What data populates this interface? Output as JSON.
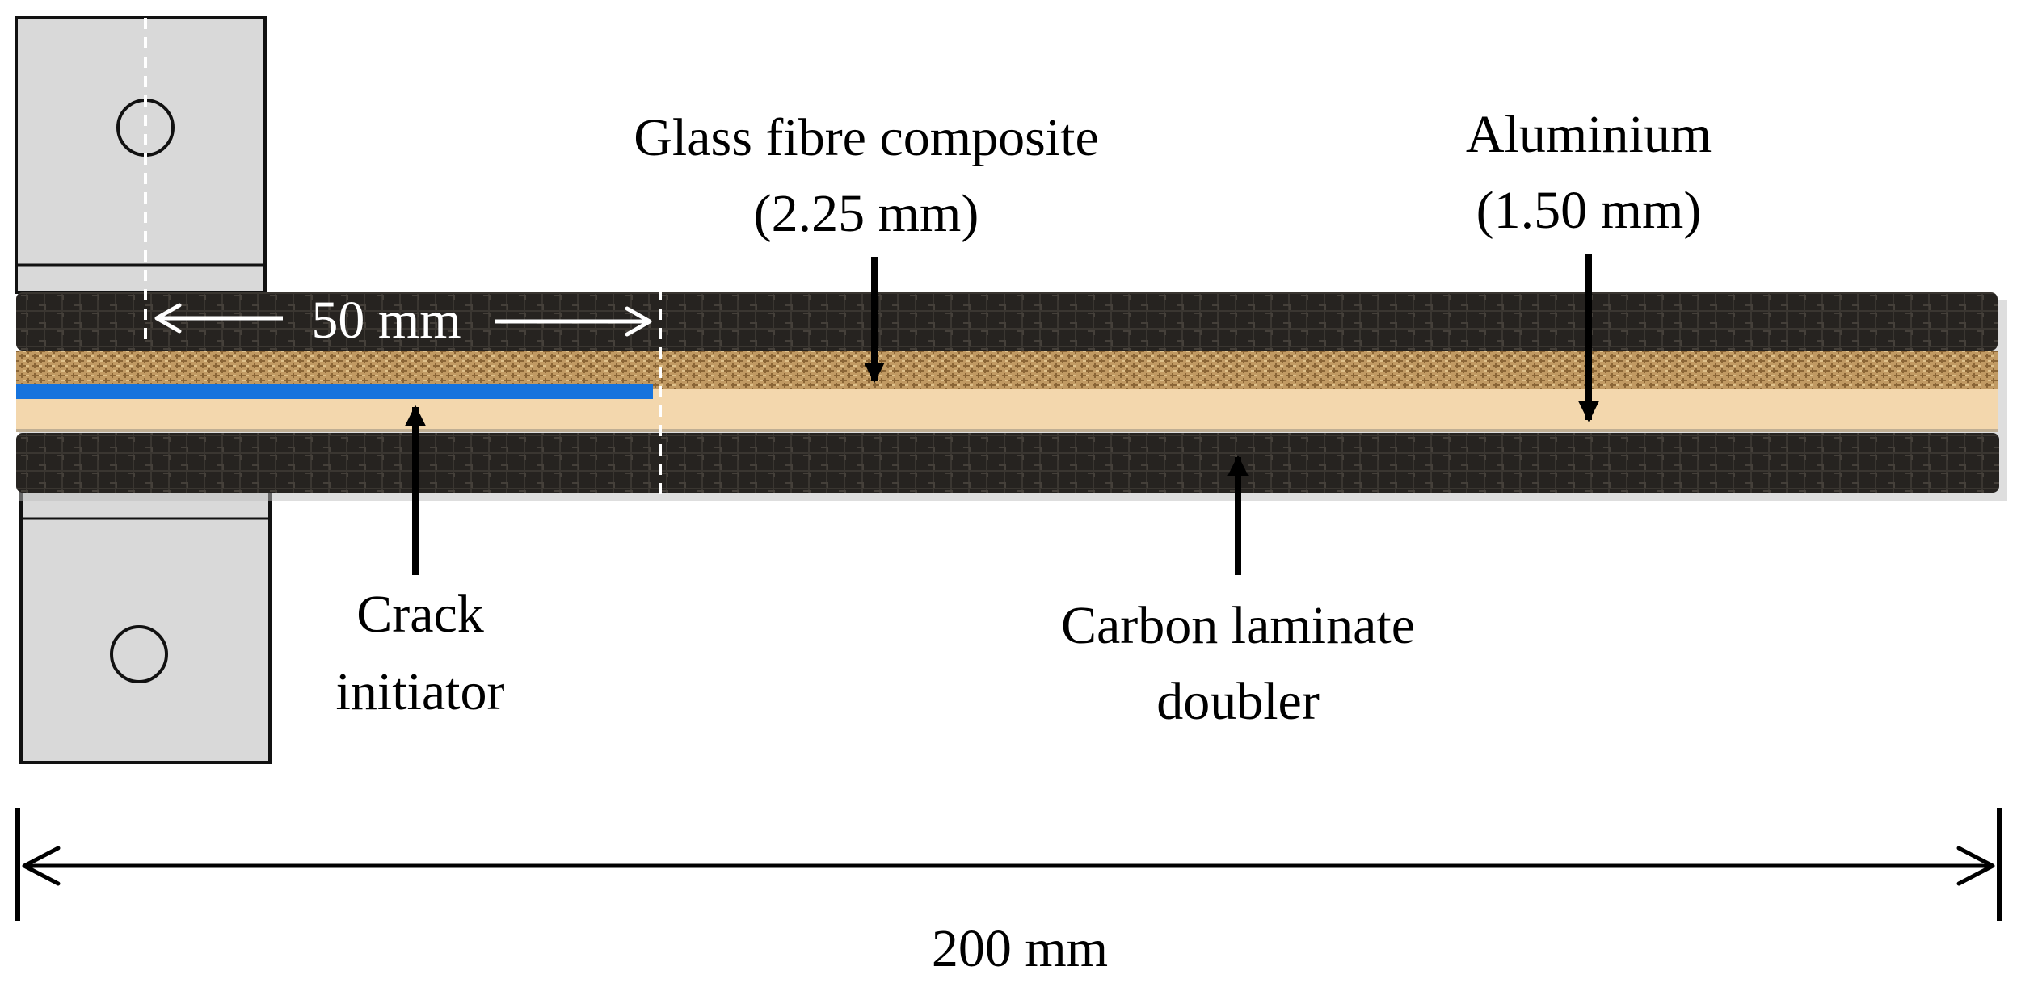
{
  "labels": {
    "glass_line1": "Glass fibre composite",
    "glass_line2": "(2.25 mm)",
    "aluminium_line1": "Aluminium",
    "aluminium_line2": "(1.50 mm)",
    "crack_line1": "Crack",
    "crack_line2": "initiator",
    "carbon_line1": "Carbon laminate",
    "carbon_line2": "doubler",
    "precrack_length": "50 mm",
    "total_length": "200 mm"
  },
  "colors": {
    "carbon": "#262320",
    "glass_fibre": "#c19a63",
    "aluminium": "#f3d7ad",
    "crack_initiator": "#1673dd",
    "hinge_block": "#d9d9d9",
    "arrow": "#000000",
    "dimension_white": "#ffffff"
  }
}
